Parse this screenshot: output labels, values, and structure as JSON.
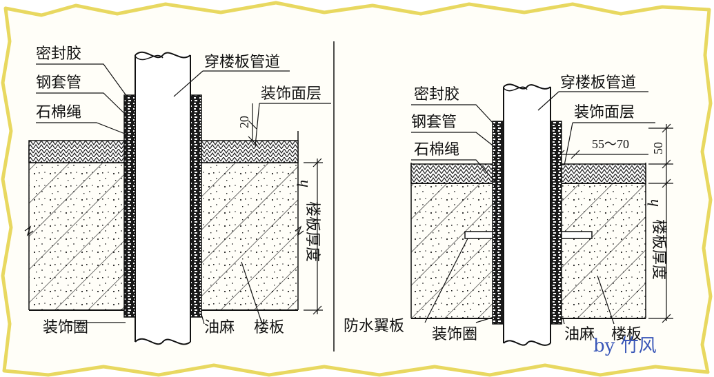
{
  "left_diagram": {
    "labels": {
      "sealant": "密封胶",
      "steel_sleeve": "钢套管",
      "asbestos_rope": "石棉绳",
      "pipe": "穿楼板管道",
      "finish_layer": "装饰面层",
      "dim_top": "20",
      "slab_thickness": "楼板厚度",
      "slab_thickness_var": "h",
      "deco_ring": "装饰圈",
      "oil_hemp": "油麻",
      "slab": "楼板"
    }
  },
  "right_diagram": {
    "labels": {
      "sealant": "密封胶",
      "steel_sleeve": "钢套管",
      "asbestos_rope": "石棉绳",
      "pipe": "穿楼板管道",
      "finish_layer": "装饰面层",
      "dim_range": "55～70",
      "dim_top": "50",
      "slab_thickness": "楼板厚度",
      "slab_thickness_var": "h",
      "waterproof_flange": "防水翼板",
      "deco_ring": "装饰圈",
      "oil_hemp": "油麻",
      "slab": "楼板"
    }
  },
  "signature": "by 竹风"
}
